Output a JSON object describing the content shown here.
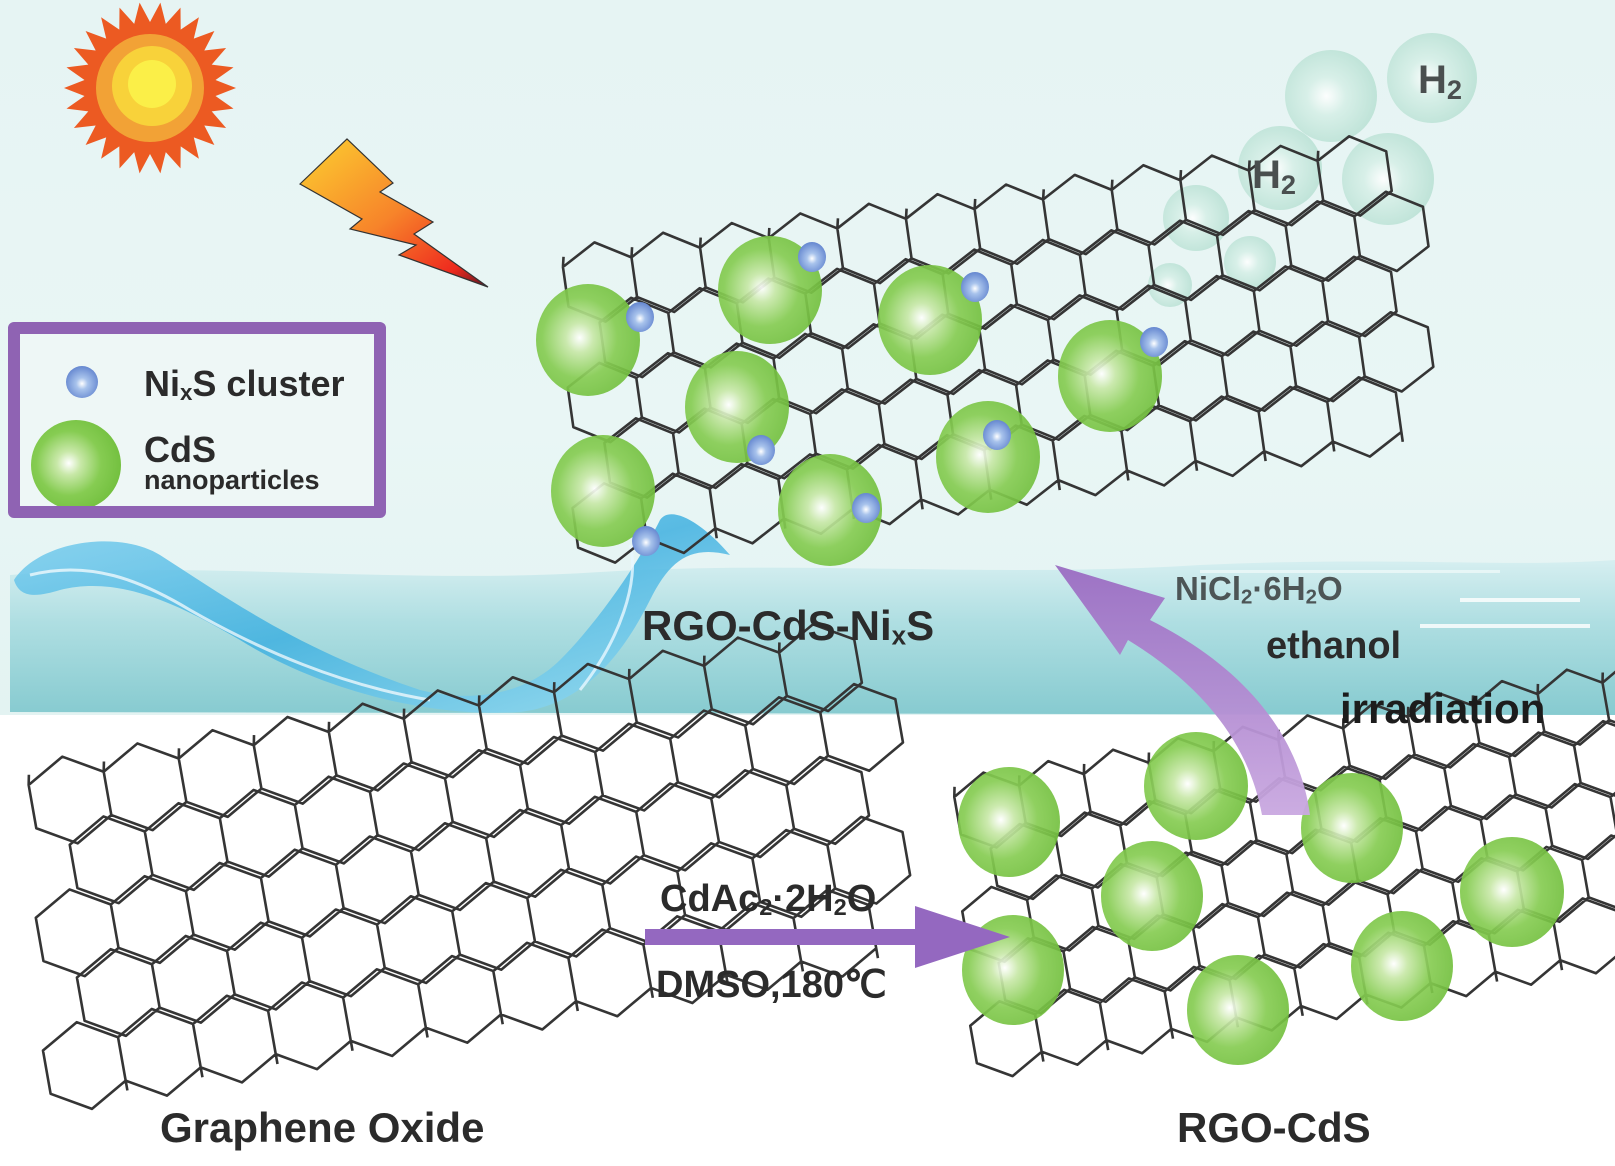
{
  "figure": {
    "legend": {
      "items": [
        {
          "symbol": "blue-sphere",
          "name_main": "Ni",
          "name_sub": "x",
          "name_rest": "S cluster"
        },
        {
          "symbol": "green-sphere",
          "name_main": "CdS",
          "name_line2": "nanoparticles"
        }
      ]
    },
    "products": {
      "top": {
        "prefix": "RGO-CdS-Ni",
        "sub": "x",
        "suffix": "S"
      },
      "bottom_left": "Graphene Oxide",
      "bottom_right": "RGO-CdS"
    },
    "step1": {
      "reagent_a": "CdAc",
      "reagent_sub": "2",
      "reagent_b": "·2H",
      "reagent_sub2": "2",
      "reagent_c": "O",
      "conditions": "DMSO,180℃"
    },
    "step2": {
      "reagent_a": "NiCl",
      "reagent_sub": "2",
      "reagent_b": "·6H",
      "reagent_sub2": "2",
      "reagent_c": "O",
      "solvent": "ethanol",
      "method": "irradiation"
    },
    "gas": {
      "label_main": "H",
      "label_sub": "2",
      "count_labeled": 2
    },
    "icons": [
      "sun-icon",
      "lightning-icon",
      "water-splash",
      "hydrogen-bubble"
    ],
    "colors": {
      "legend_border": "#8f63b3",
      "arrow": "#9b6fc0",
      "cds_green": "#7dc84a",
      "nixs_blue": "#6f8fd0",
      "bubble": "#bfe3d8",
      "sun_outer": "#ec5a22",
      "sun_inner": "#f7d238",
      "lattice": "#333333"
    }
  }
}
